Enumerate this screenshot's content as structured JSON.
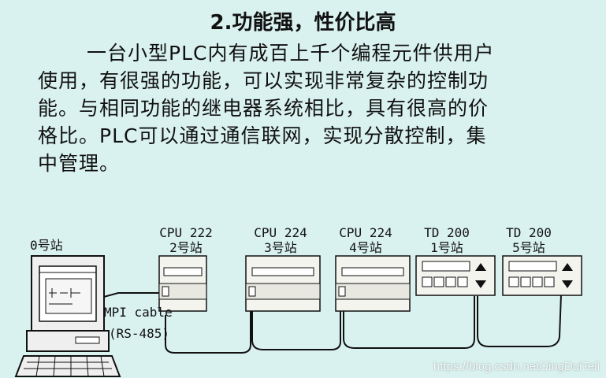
{
  "heading": "2.功能强，性价比高",
  "paragraph": {
    "line1": "一台小型PLC内有成百上千个编程元件供用户",
    "line2": "使用，有很强的功能，可以实现非常复杂的控制功",
    "line3": "能。与相同功能的继电器系统相比，具有很高的价",
    "line4": "格比。PLC可以通过通信联网，实现分散控制，集",
    "line5": "中管理。"
  },
  "diagram": {
    "station0": "0号站",
    "cable_label": "MPI cable",
    "cable_type": "(RS-485)",
    "devices": [
      {
        "model": "CPU 222",
        "station": "2号站"
      },
      {
        "model": "CPU 224",
        "station": "3号站"
      },
      {
        "model": "CPU 224",
        "station": "4号站"
      },
      {
        "model": "TD 200",
        "station": "1号站"
      },
      {
        "model": "TD 200",
        "station": "5号站"
      }
    ]
  },
  "watermark": "https://blog.csdn.net/JingDuiTell",
  "colors": {
    "background": "#d9f2ef",
    "device_body": "#f4f4ee"
  }
}
